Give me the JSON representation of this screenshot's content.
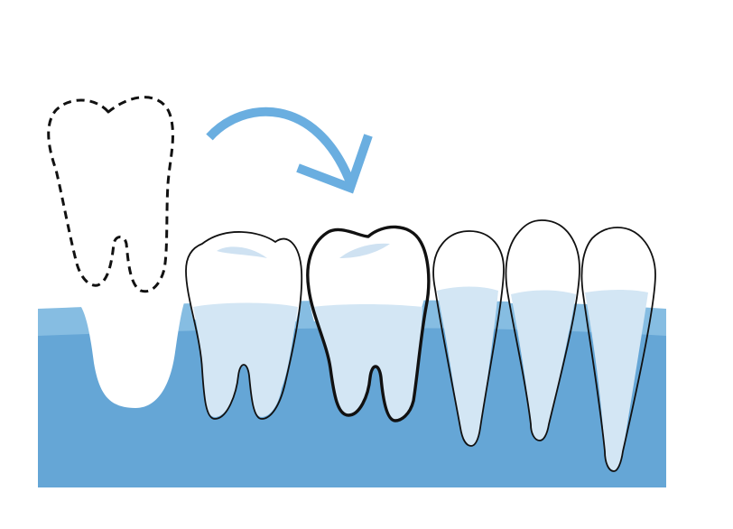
{
  "colors": {
    "background": "#ffffff",
    "gum_light": "#86bde2",
    "gum_dark": "#65a6d6",
    "tooth_enamel": "#ffffff",
    "tooth_root": "#d3e6f4",
    "tooth_highlight": "#cfe2f2",
    "outline": "#111111",
    "arrow": "#6aaee0"
  },
  "icons": {
    "missing_tooth": "dashed-tooth-outline-icon",
    "movement_arrow": "curved-arrow-right-icon"
  },
  "teeth": [
    {
      "name": "missing-molar",
      "state": "extracted"
    },
    {
      "name": "molar",
      "state": "present"
    },
    {
      "name": "shifting-molar",
      "state": "highlighted"
    },
    {
      "name": "premolar",
      "state": "present"
    },
    {
      "name": "premolar",
      "state": "present"
    },
    {
      "name": "premolar",
      "state": "present"
    }
  ]
}
